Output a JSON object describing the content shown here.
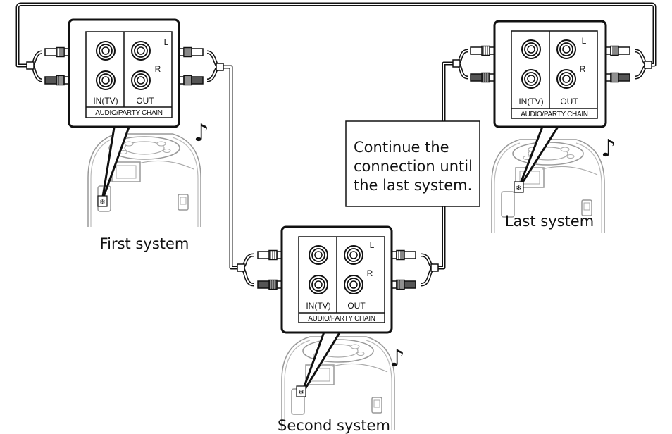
{
  "systems": [
    {
      "id": "first",
      "caption": "First system"
    },
    {
      "id": "second",
      "caption": "Second system"
    },
    {
      "id": "last",
      "caption": "Last system"
    }
  ],
  "panel": {
    "in_label": "IN(TV)",
    "out_label": "OUT",
    "left_label": "L",
    "right_label": "R",
    "chain_label": "AUDIO/PARTY CHAIN"
  },
  "note": {
    "lines": [
      "Continue the",
      "connection until",
      "the last system."
    ]
  },
  "music_symbol": "♪"
}
